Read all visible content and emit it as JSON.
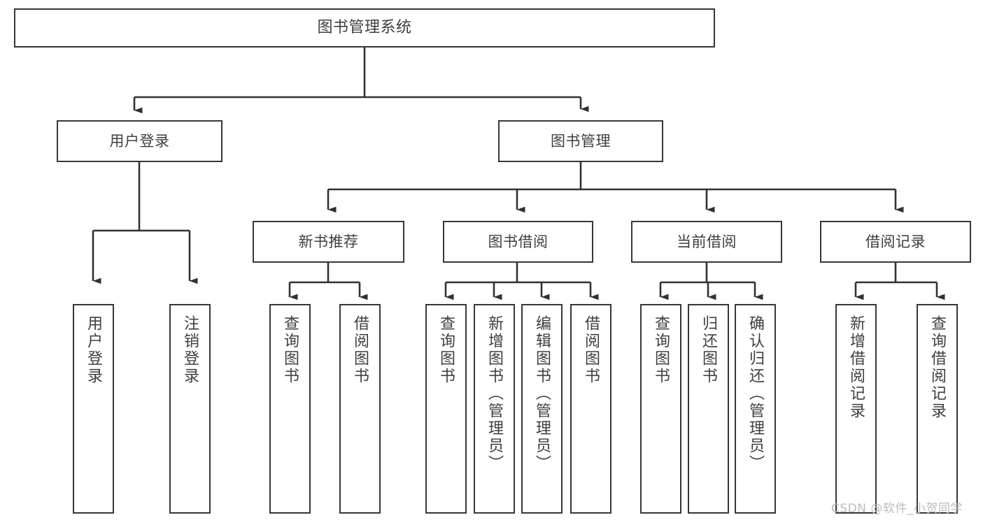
{
  "diagram": {
    "title": "图书管理系统",
    "type": "functional-decomposition-tree",
    "orientation": "top-down",
    "watermark": "CSDN @软件_小贺同学",
    "colors": {
      "border": "#35383b",
      "text": "#3c3f42",
      "background": "#ffffff",
      "connector": "#2f3234",
      "watermark": "#b9bcc0"
    },
    "levels": [
      {
        "level": 0,
        "nodes": [
          {
            "id": "root",
            "label": "图书管理系统"
          }
        ]
      },
      {
        "level": 1,
        "nodes": [
          {
            "id": "login",
            "label": "用户登录",
            "parent": "root"
          },
          {
            "id": "bookmgmt",
            "label": "图书管理",
            "parent": "root"
          }
        ]
      },
      {
        "level": 2,
        "nodes": [
          {
            "id": "newbook",
            "label": "新书推荐",
            "parent": "bookmgmt"
          },
          {
            "id": "borrow",
            "label": "图书借阅",
            "parent": "bookmgmt"
          },
          {
            "id": "current",
            "label": "当前借阅",
            "parent": "bookmgmt"
          },
          {
            "id": "records",
            "label": "借阅记录",
            "parent": "bookmgmt"
          }
        ]
      },
      {
        "level": 3,
        "nodes": [
          {
            "id": "l1",
            "label": "用户登录",
            "parent": "login"
          },
          {
            "id": "l2",
            "label": "注销登录",
            "parent": "login"
          },
          {
            "id": "n1",
            "label": "查询图书",
            "parent": "newbook"
          },
          {
            "id": "n2",
            "label": "借阅图书",
            "parent": "newbook"
          },
          {
            "id": "b1",
            "label": "查询图书",
            "parent": "borrow"
          },
          {
            "id": "b2",
            "label": "新增图书（管理员）",
            "parent": "borrow"
          },
          {
            "id": "b3",
            "label": "编辑图书（管理员）",
            "parent": "borrow"
          },
          {
            "id": "b4",
            "label": "借阅图书",
            "parent": "borrow"
          },
          {
            "id": "c1",
            "label": "查询图书",
            "parent": "current"
          },
          {
            "id": "c2",
            "label": "归还图书",
            "parent": "current"
          },
          {
            "id": "c3",
            "label": "确认归还（管理员）",
            "parent": "current"
          },
          {
            "id": "r1",
            "label": "新增借阅记录",
            "parent": "records"
          },
          {
            "id": "r2",
            "label": "查询借阅记录",
            "parent": "records"
          }
        ]
      }
    ]
  }
}
